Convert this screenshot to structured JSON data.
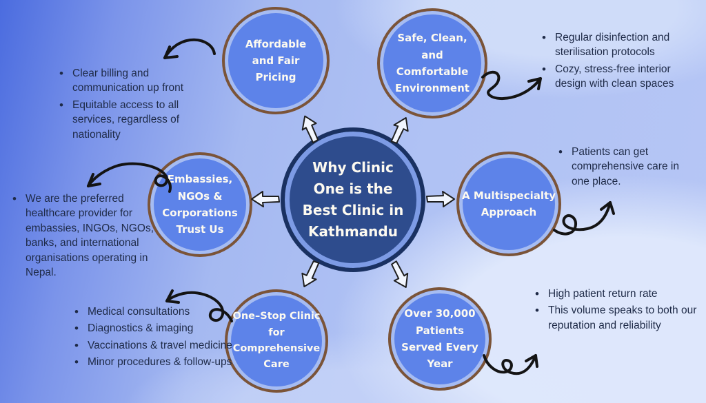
{
  "center": {
    "title": "Why Clinic One is the Best Clinic in Kathmandu",
    "lines": [
      "Why Clinic",
      "One is the",
      "Best Clinic in",
      "Kathmandu"
    ]
  },
  "nodes": [
    {
      "id": "affordable-pricing",
      "label": "Affordable and Fair Pricing",
      "bullets": [
        "Clear billing and communication up front",
        "Equitable access to all services, regardless of nationality"
      ]
    },
    {
      "id": "safe-environment",
      "label": "Safe, Clean, and Comfortable Environment",
      "bullets": [
        "Regular disinfection and sterilisation protocols",
        "Cozy, stress-free interior design with clean spaces"
      ]
    },
    {
      "id": "embassies-trust",
      "label": "Embassies, NGOs & Corporations Trust Us",
      "bullets": [
        "We are the preferred healthcare provider for embassies, INGOs, NGOs, banks, and international organisations operating in Nepal."
      ]
    },
    {
      "id": "multispecialty-approach",
      "label": "A Multispecialty Approach",
      "bullets": [
        "Patients can get comprehensive care in one place."
      ]
    },
    {
      "id": "one-stop-clinic",
      "label": "One–Stop Clinic for Comprehensive Care",
      "bullets": [
        "Medical consultations",
        "Diagnostics & imaging",
        "Vaccinations & travel medicine",
        "Minor procedures & follow-ups"
      ]
    },
    {
      "id": "patients-served",
      "label": "Over 30,000 Patients Served Every Year",
      "bullets": [
        "High patient return rate",
        "This volume speaks to both our reputation and reliability"
      ]
    }
  ],
  "icons": {
    "outward_arrows": [
      "arrow-up-left-icon",
      "arrow-up-right-icon",
      "arrow-left-icon",
      "arrow-right-icon",
      "arrow-down-left-icon",
      "arrow-down-right-icon"
    ],
    "doodle_arrows": [
      "doodle-arrow-affordable-icon",
      "doodle-arrow-safe-icon",
      "doodle-arrow-embassies-icon",
      "doodle-arrow-multispecialty-icon",
      "doodle-arrow-onestop-icon",
      "doodle-arrow-patients-icon"
    ]
  },
  "colors": {
    "background": "#aabdf2",
    "background_left": "#4b6cdf",
    "node_fill": "#5d83e9",
    "node_ring": "#a6bcf2",
    "node_border": "#7b5438",
    "center_fill": "#2e4c8d",
    "center_border": "#1a3161",
    "center_ring": "#7d9be5",
    "title_text": "#fdfaf0",
    "body_text": "#1e2a47",
    "arrow": "#141414"
  }
}
